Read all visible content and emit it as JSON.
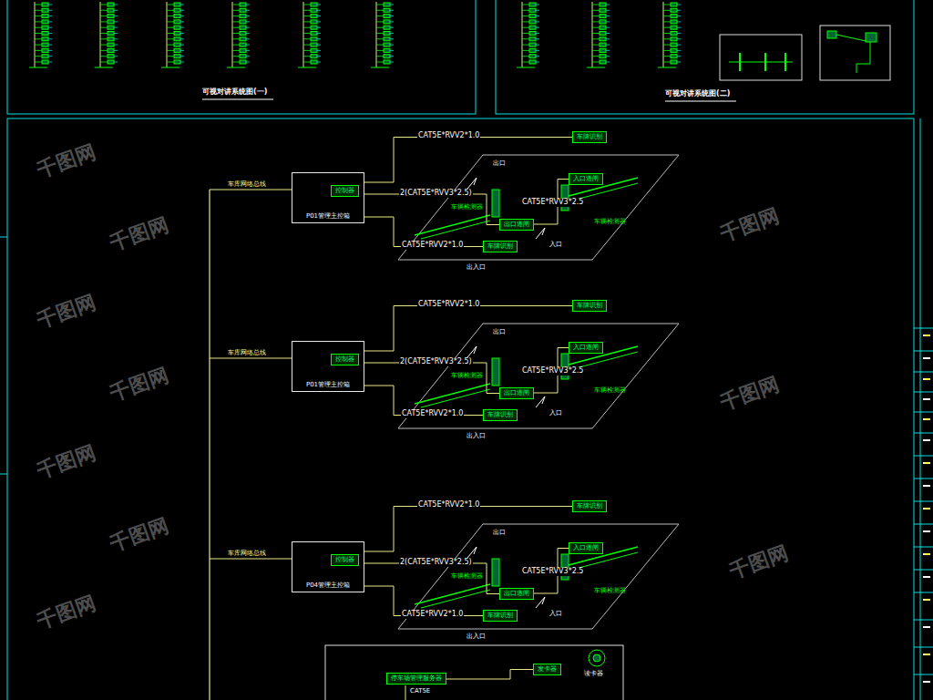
{
  "diagram": {
    "nodes": [
      {
        "text": [
          "P01管理主控箱"
        ]
      },
      {
        "text": [
          "控制器"
        ],
        "in": 0
      },
      {
        "text": [
          "车牌识别"
        ]
      },
      {
        "text": [
          "出口道闸"
        ]
      },
      {
        "text": [
          "入口道闸"
        ]
      },
      {
        "text": [
          "车牌识别"
        ]
      },
      {
        "text": [
          "P01管理主控箱"
        ]
      },
      {
        "text": [
          "控制器"
        ],
        "in": 6
      },
      {
        "text": [
          "车牌识别"
        ]
      },
      {
        "text": [
          "出口道闸"
        ]
      },
      {
        "text": [
          "入口道闸"
        ]
      },
      {
        "text": [
          "车牌识别"
        ]
      },
      {
        "text": [
          "P04管理主控箱"
        ]
      },
      {
        "text": [
          "控制器"
        ],
        "in": 12
      },
      {
        "text": [
          "车牌识别"
        ]
      },
      {
        "text": [
          "出口道闸"
        ]
      },
      {
        "text": [
          "入口道闸"
        ]
      },
      {
        "text": [
          "车牌识别"
        ]
      },
      {
        "text": [
          "停车场管理服务器"
        ]
      },
      {
        "text": [
          "发卡器"
        ]
      }
    ],
    "edges": [
      {
        "from": 0,
        "to": 2,
        "label": "CAT5E*RVV2*1.0",
        "arrow": "none"
      },
      {
        "from": 0,
        "to": 3,
        "label": "2(CAT5E*RVV3*2.5)",
        "arrow": "none"
      },
      {
        "from": 3,
        "to": 4,
        "label": "CAT5E*RVV3*2.5",
        "arrow": "none"
      },
      {
        "from": 0,
        "to": 5,
        "label": "CAT5E*RVV2*1.0",
        "arrow": "none"
      },
      {
        "from": 6,
        "to": 8,
        "label": "CAT5E*RVV2*1.0",
        "arrow": "none"
      },
      {
        "from": 6,
        "to": 9,
        "label": "2(CAT5E*RVV3*2.5)",
        "arrow": "none"
      },
      {
        "from": 9,
        "to": 10,
        "label": "CAT5E*RVV3*2.5",
        "arrow": "none"
      },
      {
        "from": 6,
        "to": 11,
        "label": "CAT5E*RVV2*1.0",
        "arrow": "none"
      },
      {
        "from": 12,
        "to": 14,
        "label": "CAT5E*RVV2*1.0",
        "arrow": "none"
      },
      {
        "from": 12,
        "to": 15,
        "label": "2(CAT5E*RVV3*2.5)",
        "arrow": "none"
      },
      {
        "from": 15,
        "to": 16,
        "label": "CAT5E*RVV3*2.5",
        "arrow": "none"
      },
      {
        "from": 12,
        "to": 17,
        "label": "CAT5E*RVV2*1.0",
        "arrow": "none"
      },
      {
        "from": 18,
        "to": 19,
        "arrow": "none"
      }
    ],
    "labels": [
      "可视对讲系统图(一)",
      "可视对讲系统图(二)",
      "车库网络总线",
      "出口",
      "入口",
      "车辆检测器",
      "车辆检测器",
      "出入口",
      "车库网络总线",
      "出口",
      "入口",
      "车辆检测器",
      "车辆检测器",
      "出入口",
      "车库网络总线",
      "出口",
      "入口",
      "车辆检测器",
      "车辆检测器",
      "出入口",
      "CAT5E",
      "读卡器",
      "千图网",
      "千图网",
      "千图网",
      "千图网",
      "千图网",
      "千图网",
      "千图网",
      "千图网",
      "千图网",
      "千图网"
    ]
  }
}
